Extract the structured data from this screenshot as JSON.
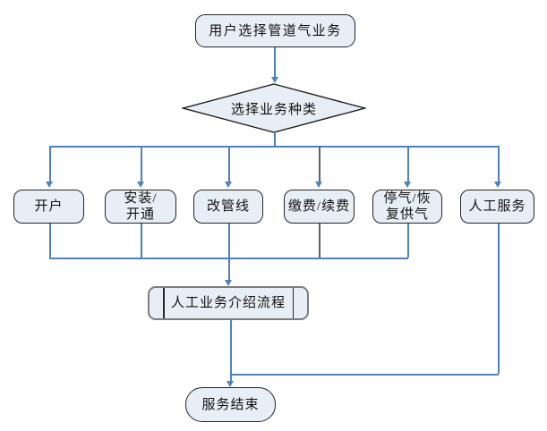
{
  "flowchart": {
    "title": "Pipeline gas service selection flowchart",
    "nodes": {
      "start": {
        "label": "用户选择管道气业务",
        "type": "terminator"
      },
      "decision": {
        "label": "选择业务种类",
        "type": "decision"
      },
      "branches": [
        {
          "id": "open-account",
          "label": "开户"
        },
        {
          "id": "install-activate",
          "label": "安装/\n开通"
        },
        {
          "id": "change-pipeline",
          "label": "改管线"
        },
        {
          "id": "payment-renewal",
          "label": "缴费/续费"
        },
        {
          "id": "stop-restore-gas",
          "label": "停气/恢\n复供气"
        },
        {
          "id": "manual-service",
          "label": "人工服务"
        }
      ],
      "process": {
        "label": "人工业务介绍流程",
        "type": "predefined-process"
      },
      "end": {
        "label": "服务结束",
        "type": "terminator"
      }
    },
    "edges": [
      {
        "from": "start",
        "to": "decision",
        "arrow": true
      },
      {
        "from": "decision",
        "to": "open-account",
        "arrow": true
      },
      {
        "from": "decision",
        "to": "install-activate",
        "arrow": true
      },
      {
        "from": "decision",
        "to": "change-pipeline",
        "arrow": true
      },
      {
        "from": "decision",
        "to": "payment-renewal",
        "arrow": true
      },
      {
        "from": "decision",
        "to": "stop-restore-gas",
        "arrow": true
      },
      {
        "from": "decision",
        "to": "manual-service",
        "arrow": true
      },
      {
        "from": "open-account",
        "to": "process",
        "arrow": false
      },
      {
        "from": "install-activate",
        "to": "process",
        "arrow": false
      },
      {
        "from": "change-pipeline",
        "to": "process",
        "arrow": true
      },
      {
        "from": "payment-renewal",
        "to": "process",
        "arrow": false
      },
      {
        "from": "stop-restore-gas",
        "to": "process",
        "arrow": false
      },
      {
        "from": "process",
        "to": "end",
        "arrow": true
      },
      {
        "from": "manual-service",
        "to": "end",
        "arrow": true
      }
    ],
    "colors": {
      "connector": "#4f81bd",
      "connector_alt": "#5b6069",
      "node_fill": "#e8eef6",
      "node_border": "#262626",
      "process_border": "#7d7d7d"
    }
  }
}
